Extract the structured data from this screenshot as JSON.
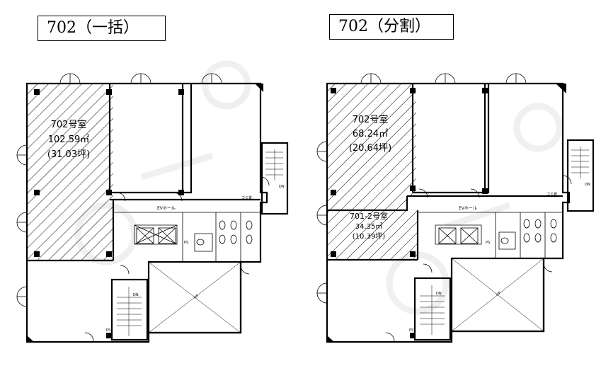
{
  "titles": {
    "left": "702（一括）",
    "right": "702（分割）"
  },
  "plan_left": {
    "unit_name": "702号室",
    "unit_area": "102.59㎡",
    "unit_tsubo": "(31.03坪)",
    "ev_hall": "EVホール",
    "gomi": "ゴミ置",
    "ps": "PS",
    "dn": "DN",
    "up": "UP"
  },
  "plan_right": {
    "unit_name": "702号室",
    "unit_area": "68.24㎡",
    "unit_tsubo": "(20.64坪)",
    "sub_name": "701-2号室",
    "sub_area": "34.35㎡",
    "sub_tsubo": "(10.39坪)",
    "ev_hall": "EVホール",
    "gomi": "ゴミ置",
    "ps": "PS",
    "dn": "DN",
    "up": "UP"
  },
  "colors": {
    "line": "#000000",
    "background": "#ffffff",
    "watermark": "#e6e6e6"
  }
}
